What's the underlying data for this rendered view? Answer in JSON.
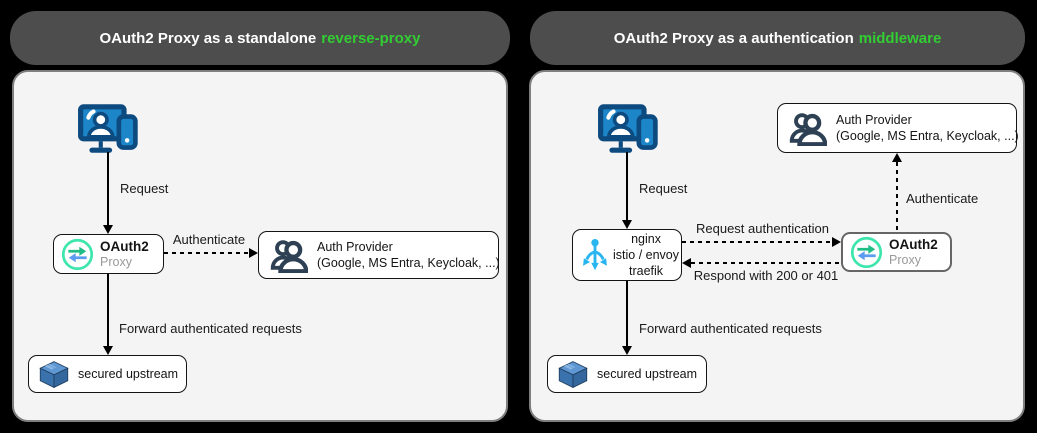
{
  "headers": {
    "left": {
      "prefix": "OAuth2 Proxy as a standalone",
      "highlight": "reverse-proxy"
    },
    "right": {
      "prefix": "OAuth2 Proxy as a authentication",
      "highlight": "middleware"
    }
  },
  "left_panel": {
    "request_label": "Request",
    "authenticate_label": "Authenticate",
    "forward_label": "Forward authenticated requests",
    "oauth2_box": {
      "title": "OAuth2",
      "subtitle": "Proxy"
    },
    "auth_provider_box": {
      "title": "Auth Provider",
      "subtitle": "(Google, MS Entra, Keycloak, ...)"
    },
    "upstream_box": {
      "label": "secured upstream"
    }
  },
  "right_panel": {
    "request_label": "Request",
    "request_auth_label": "Request authentication",
    "respond_label": "Respond with 200 or 401",
    "authenticate_label": "Authenticate",
    "forward_label": "Forward authenticated requests",
    "proxy_box": {
      "lines": [
        "nginx",
        "istio / envoy",
        "traefik"
      ]
    },
    "oauth2_box": {
      "title": "OAuth2",
      "subtitle": "Proxy"
    },
    "auth_provider_box": {
      "title": "Auth Provider",
      "subtitle": "(Google, MS Entra, Keycloak, ...)"
    },
    "upstream_box": {
      "label": "secured upstream"
    }
  },
  "icons": {
    "user-devices-icon": "monitor with user avatar and smartphone",
    "auth-provider-people-icon": "two user silhouettes",
    "load-balancer-icon": "dot splitting into three down arrows",
    "package-cube-icon": "isometric blue cube",
    "oauth2-proxy-logo-icon": "green ring with green right-arrow and blue left-arrow"
  },
  "colors": {
    "background": "#000000",
    "panel_bg": "#f4f4f4",
    "header_bg": "#4d4d4d",
    "header_text": "#ffffff",
    "header_highlight_green": "#32cd32",
    "device_icon_blue": "#1d86c8",
    "device_icon_navy": "#0c4a80",
    "people_icon_slate": "#2e4154",
    "traffic_icon_blue": "#29b5f0",
    "cube_blue": "#3a72ad",
    "oauth2_ring_green": "#3ee6ac",
    "oauth2_arrow_green": "#21bd87",
    "oauth2_arrow_blue": "#5b9bf0",
    "proxy_subtitle_gray": "#999999"
  }
}
